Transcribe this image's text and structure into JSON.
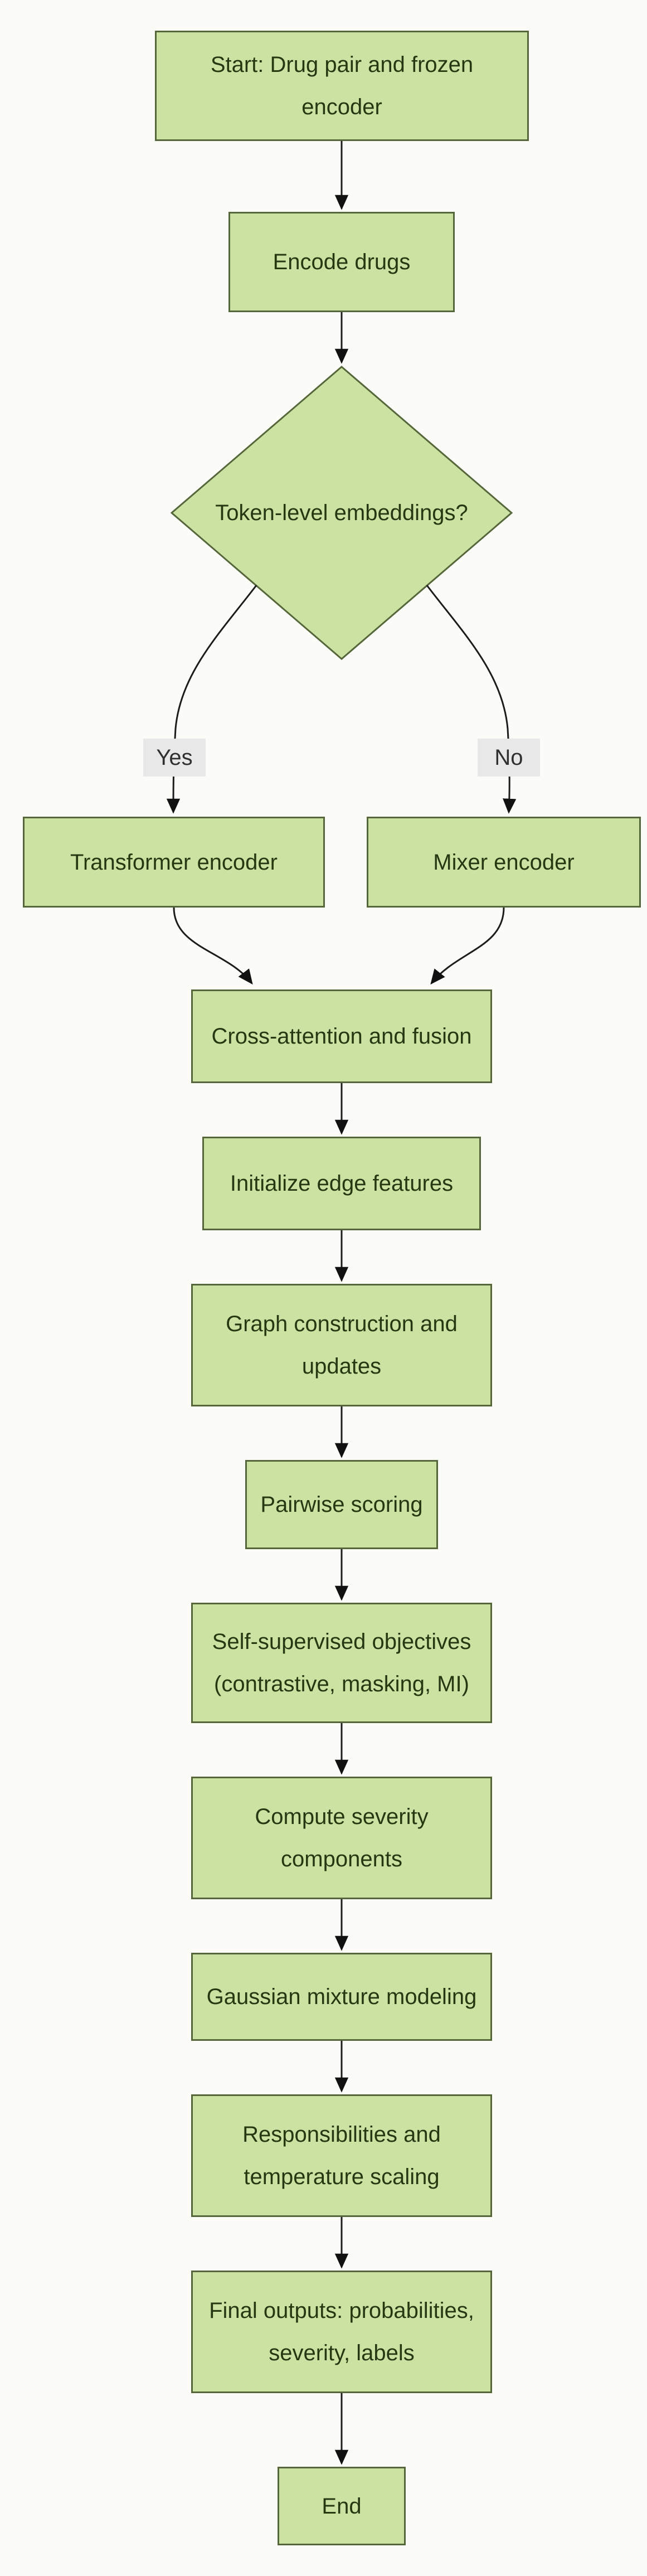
{
  "diagram": {
    "type": "flowchart",
    "orientation": "top-down",
    "colors": {
      "node_fill": "#cce2a3",
      "node_border": "#55673a",
      "node_text": "#263711",
      "edge_line": "#1c1c1c",
      "branch_label_bg": "#e8e8e8",
      "branch_label_text": "#303030",
      "background": "#fbfbf8"
    },
    "nodes": [
      {
        "id": "start",
        "type": "process",
        "lines": [
          "Start: Drug pair and frozen",
          "encoder"
        ]
      },
      {
        "id": "encode",
        "type": "process",
        "lines": [
          "Encode drugs"
        ]
      },
      {
        "id": "decision",
        "type": "decision",
        "lines": [
          "Token-level embeddings?"
        ]
      },
      {
        "id": "transformer",
        "type": "process",
        "lines": [
          "Transformer encoder"
        ]
      },
      {
        "id": "mixer",
        "type": "process",
        "lines": [
          "Mixer encoder"
        ]
      },
      {
        "id": "cross",
        "type": "process",
        "lines": [
          "Cross-attention and fusion"
        ]
      },
      {
        "id": "init_edge",
        "type": "process",
        "lines": [
          "Initialize edge features"
        ]
      },
      {
        "id": "graph",
        "type": "process",
        "lines": [
          "Graph construction and",
          "updates"
        ]
      },
      {
        "id": "pairwise",
        "type": "process",
        "lines": [
          "Pairwise scoring"
        ]
      },
      {
        "id": "ssl",
        "type": "process",
        "lines": [
          "Self-supervised objectives",
          "(contrastive, masking, MI)"
        ]
      },
      {
        "id": "severity",
        "type": "process",
        "lines": [
          "Compute severity",
          "components"
        ]
      },
      {
        "id": "gmm",
        "type": "process",
        "lines": [
          "Gaussian mixture modeling"
        ]
      },
      {
        "id": "resp",
        "type": "process",
        "lines": [
          "Responsibilities and",
          "temperature scaling"
        ]
      },
      {
        "id": "final",
        "type": "process",
        "lines": [
          "Final outputs: probabilities,",
          "severity, labels"
        ]
      },
      {
        "id": "end",
        "type": "terminal",
        "lines": [
          "End"
        ]
      }
    ],
    "branch_labels": {
      "yes": "Yes",
      "no": "No"
    },
    "edges": [
      {
        "from": "start",
        "to": "encode",
        "label": ""
      },
      {
        "from": "encode",
        "to": "decision",
        "label": ""
      },
      {
        "from": "decision",
        "to": "transformer",
        "label": "Yes"
      },
      {
        "from": "decision",
        "to": "mixer",
        "label": "No"
      },
      {
        "from": "transformer",
        "to": "cross",
        "label": ""
      },
      {
        "from": "mixer",
        "to": "cross",
        "label": ""
      },
      {
        "from": "cross",
        "to": "init_edge",
        "label": ""
      },
      {
        "from": "init_edge",
        "to": "graph",
        "label": ""
      },
      {
        "from": "graph",
        "to": "pairwise",
        "label": ""
      },
      {
        "from": "pairwise",
        "to": "ssl",
        "label": ""
      },
      {
        "from": "ssl",
        "to": "severity",
        "label": ""
      },
      {
        "from": "severity",
        "to": "gmm",
        "label": ""
      },
      {
        "from": "gmm",
        "to": "resp",
        "label": ""
      },
      {
        "from": "resp",
        "to": "final",
        "label": ""
      },
      {
        "from": "final",
        "to": "end",
        "label": ""
      }
    ]
  }
}
